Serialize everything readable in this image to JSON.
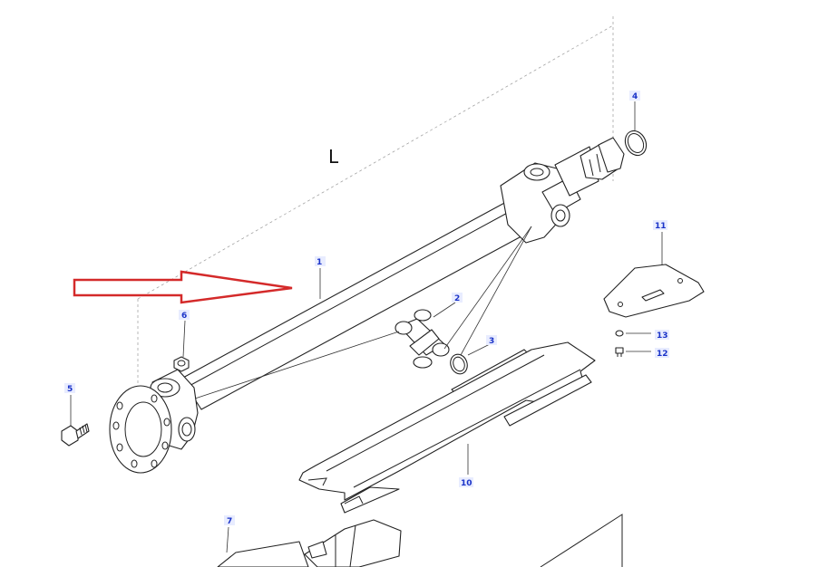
{
  "dimension_label": "L",
  "callouts": {
    "p1": "1",
    "p2": "2",
    "p3": "3",
    "p4": "4",
    "p5": "5",
    "p6": "6",
    "p7": "7",
    "p10": "10",
    "p11": "11",
    "p12": "12",
    "p13": "13"
  },
  "colors": {
    "arrow": "#d42a2a",
    "callout_text": "#1a33c8",
    "line": "#222222"
  },
  "icons": {
    "pointer": "hollow-right-arrow"
  }
}
